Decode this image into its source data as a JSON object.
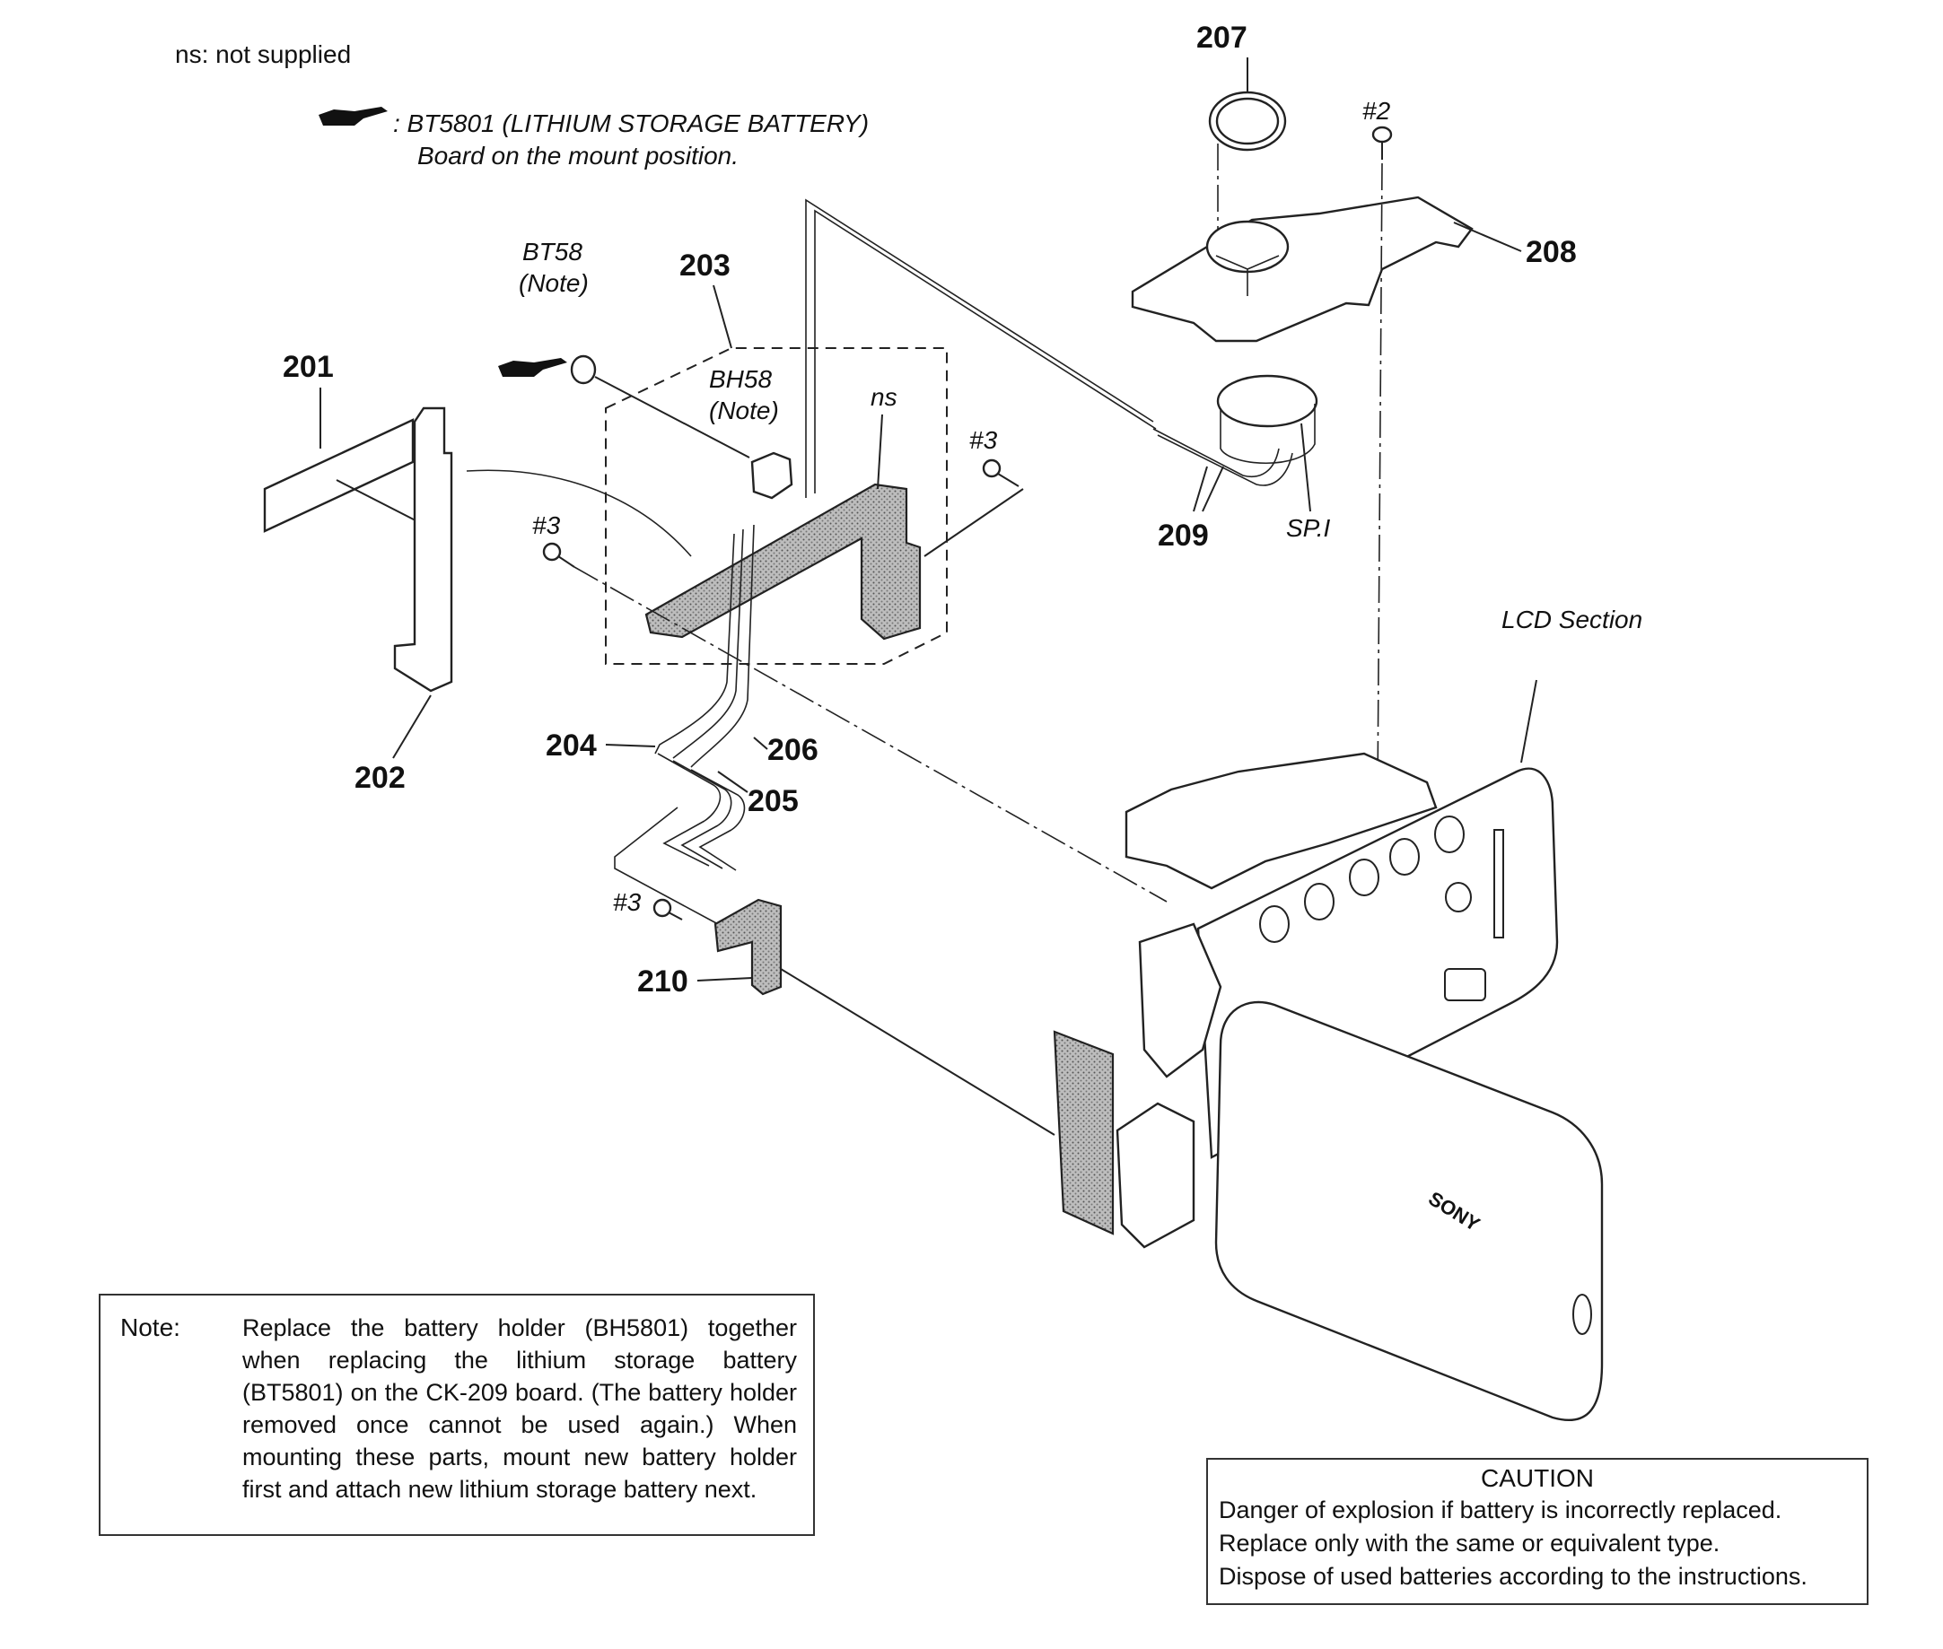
{
  "legend": {
    "ns_note": "ns: not supplied",
    "battery_line1": ": BT5801 (LITHIUM STORAGE BATTERY)",
    "battery_line2": "Board on the mount position."
  },
  "callouts": {
    "p201": "201",
    "p202": "202",
    "p203": "203",
    "p204": "204",
    "p205": "205",
    "p206": "206",
    "p207": "207",
    "p208": "208",
    "p209": "209",
    "p210": "210"
  },
  "labels": {
    "bt58": "BT58",
    "bt58_note": "(Note)",
    "bh58": "BH58",
    "bh58_note": "(Note)",
    "ns": "ns",
    "screw3_a": "#3",
    "screw3_b": "#3",
    "screw3_c": "#3",
    "screw2": "#2",
    "sp1": "SP.I",
    "lcd_section": "LCD Section",
    "brand": "SONY"
  },
  "note": {
    "label": "Note:",
    "text": "Replace the battery holder (BH5801) together when replacing the lithium storage battery (BT5801) on the CK-209 board. (The battery holder removed once cannot be used again.) When mounting these parts, mount new battery holder first and attach new lithium storage battery next."
  },
  "caution": {
    "title": "CAUTION",
    "line1": "Danger of explosion if battery is incorrectly replaced.",
    "line2": "Replace only with the same or equivalent type.",
    "line3": "Dispose of used batteries according to the instructions."
  }
}
